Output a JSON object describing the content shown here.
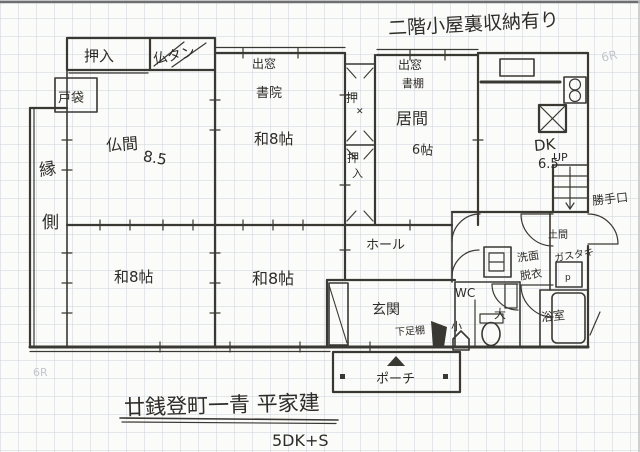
{
  "sheet": {
    "notes": {
      "attic": "二階小屋裏収納有り",
      "grid_note_top_right": "6R",
      "grid_note_bottom_left": "6R"
    },
    "title_block": {
      "title": "廿銭登町一青 平家建",
      "plan_type": "5DK+S"
    },
    "rooms": {
      "butsuma": {
        "name": "仏間",
        "size": "8.5"
      },
      "washitsu_top": {
        "name": "和8帖"
      },
      "washitsu_bottom_left": {
        "name": "和8帖"
      },
      "washitsu_bottom_mid": {
        "name": "和8帖"
      },
      "ima": {
        "name": "居間",
        "size": "6帖"
      },
      "dk": {
        "name": "DK",
        "size": "6.5"
      },
      "hall": {
        "name": "ホール"
      },
      "genkan": {
        "name": "玄関"
      },
      "engawa": {
        "char1": "縁",
        "char2": "側"
      },
      "wc": {
        "name": "WC",
        "small": "小",
        "large": "大"
      },
      "senmen": {
        "line1": "洗面",
        "line2": "脱衣"
      },
      "bath": {
        "name": "浴室"
      },
      "doma": {
        "name": "土間"
      },
      "porch": {
        "name": "ポーチ"
      }
    },
    "features": {
      "oshiire_top": "押入",
      "butsudan": "仏タン",
      "tobukuro": "戸袋",
      "demado_left": "出窓",
      "shoin": "書院",
      "demado_right": "出窓",
      "shodana": "書棚",
      "closet_up_char": "押",
      "closet_up_mark": "✕",
      "closet_low_char1": "押",
      "closet_low_char2": "入",
      "stairs_up": "UP",
      "katteguchi": "勝手口",
      "gas": "ガスタキ",
      "heater_p": "p",
      "getabako": "下足棚"
    }
  }
}
